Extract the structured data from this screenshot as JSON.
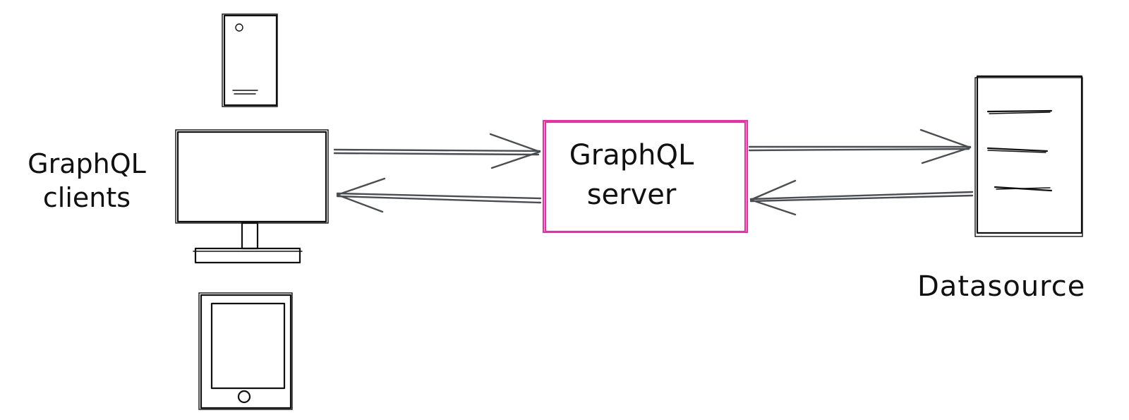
{
  "clients": {
    "label_line1": "GraphQL",
    "label_line2": "clients"
  },
  "server": {
    "label_line1": "GraphQL",
    "label_line2": "server",
    "border_color": "#e0359f"
  },
  "datasource": {
    "label": "Datasource"
  },
  "colors": {
    "ink": "#111111",
    "arrow": "#4a4d52",
    "server_accent": "#e0359f"
  },
  "icons": [
    "phone-icon",
    "monitor-icon",
    "tablet-icon",
    "server-rack-icon"
  ]
}
